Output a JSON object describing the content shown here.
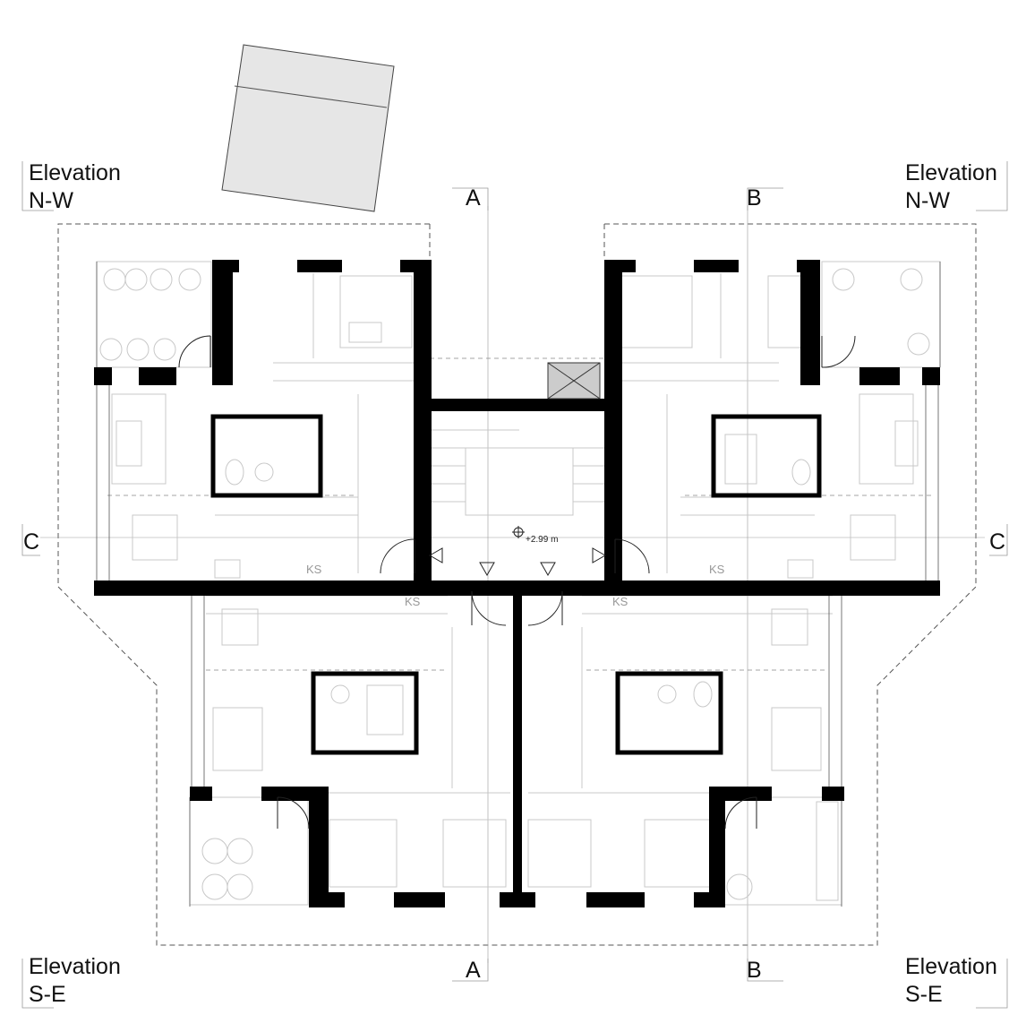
{
  "elevation_labels": {
    "top_left": {
      "line1": "Elevation",
      "line2": "N-W"
    },
    "top_right": {
      "line1": "Elevation",
      "line2": "N-W"
    },
    "bottom_left": {
      "line1": "Elevation",
      "line2": "S-E"
    },
    "bottom_right": {
      "line1": "Elevation",
      "line2": "S-E"
    }
  },
  "section_markers": {
    "a_top": "A",
    "a_bottom": "A",
    "b_top": "B",
    "b_bottom": "B",
    "c_left": "C",
    "c_right": "C"
  },
  "kitchen_tags": [
    "KS",
    "KS",
    "KS",
    "KS"
  ],
  "level_marker": "+2.99 m",
  "colors": {
    "wall": "#000000",
    "dashed": "#555555",
    "furniture": "#c8c8c8",
    "roof": "#e6e6e6"
  }
}
